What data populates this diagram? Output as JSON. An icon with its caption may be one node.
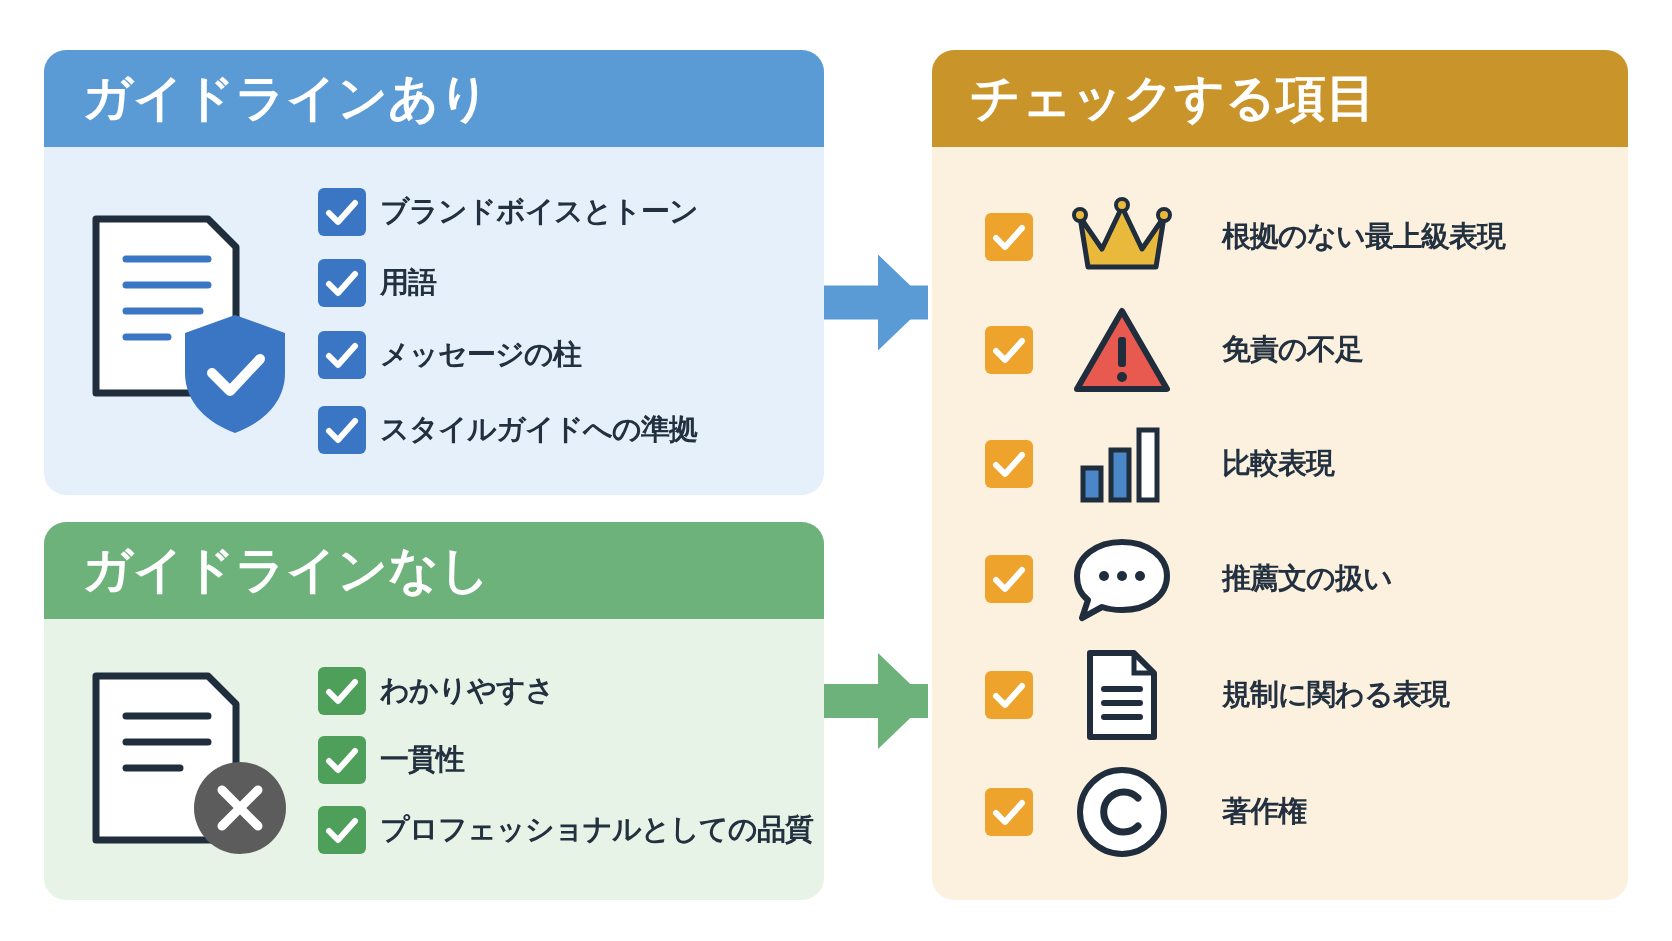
{
  "diagram": {
    "nodes": [
      {
        "text": [
          "ガイドラインあり",
          "ブランドボイスとトーン",
          "用語",
          "メッセージの柱",
          "スタイルガイドへの準拠"
        ]
      },
      {
        "text": [
          "ガイドラインなし",
          "わかりやすさ",
          "一貫性",
          "プロフェッショナルとしての品質"
        ]
      },
      {
        "text": [
          "チェックする項目",
          "根拠のない最上級表現",
          "免責の不足",
          "比較表現",
          "推薦文の扱い",
          "規制に関わる表現",
          "著作権"
        ]
      }
    ],
    "edges": [
      {
        "from": 0,
        "to": 2,
        "arrow": "to",
        "color": "#5b9bd5"
      },
      {
        "from": 1,
        "to": 2,
        "arrow": "to",
        "color": "#6db27a"
      }
    ]
  }
}
